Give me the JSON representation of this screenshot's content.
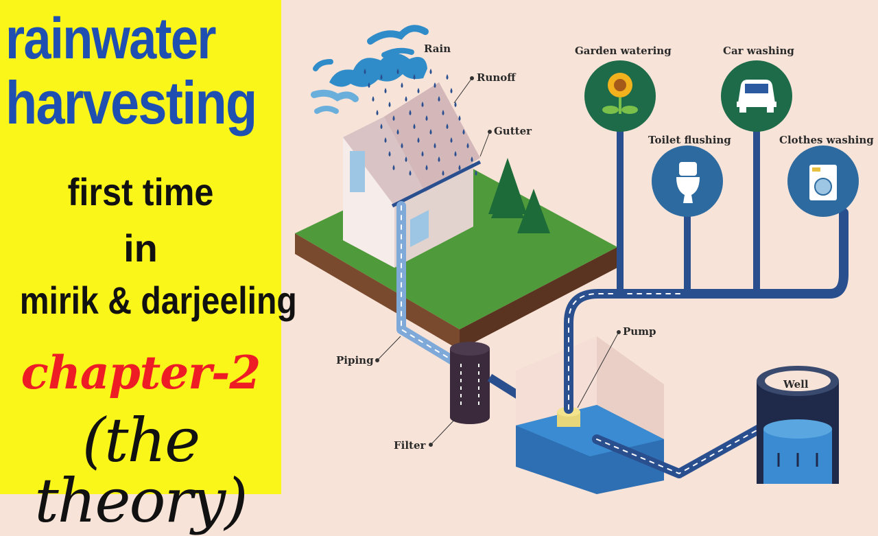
{
  "headline": {
    "line1": "rainwater",
    "line2": "harvesting",
    "line3": "first time",
    "line4": "in",
    "line5": "mirik & darjeeling",
    "line6": "chapter-2",
    "line7": "(the theory)"
  },
  "diagram": {
    "labels": {
      "rain": "Rain",
      "runoff": "Runoff",
      "gutter": "Gutter",
      "piping": "Piping",
      "filter": "Filter",
      "pump": "Pump",
      "well": "Well"
    },
    "uses": {
      "garden_watering": "Garden watering",
      "car_washing": "Car washing",
      "toilet_flushing": "Toilet flushing",
      "clothes_washing": "Clothes washing"
    }
  },
  "colors": {
    "panel_yellow": "#fbf61a",
    "title_blue": "#1f4fb0",
    "chapter_red": "#ee1c25",
    "background_peach": "#f7e3d7",
    "pipe_blue": "#2a4f8f",
    "use_circle_green": "#1e6b4a",
    "use_circle_blue": "#2c6aa0",
    "water_blue": "#3a7fc4"
  },
  "icons": [
    "rain-cloud-icon",
    "sunflower-icon",
    "car-icon",
    "toilet-icon",
    "washing-machine-icon",
    "tree-icon"
  ]
}
